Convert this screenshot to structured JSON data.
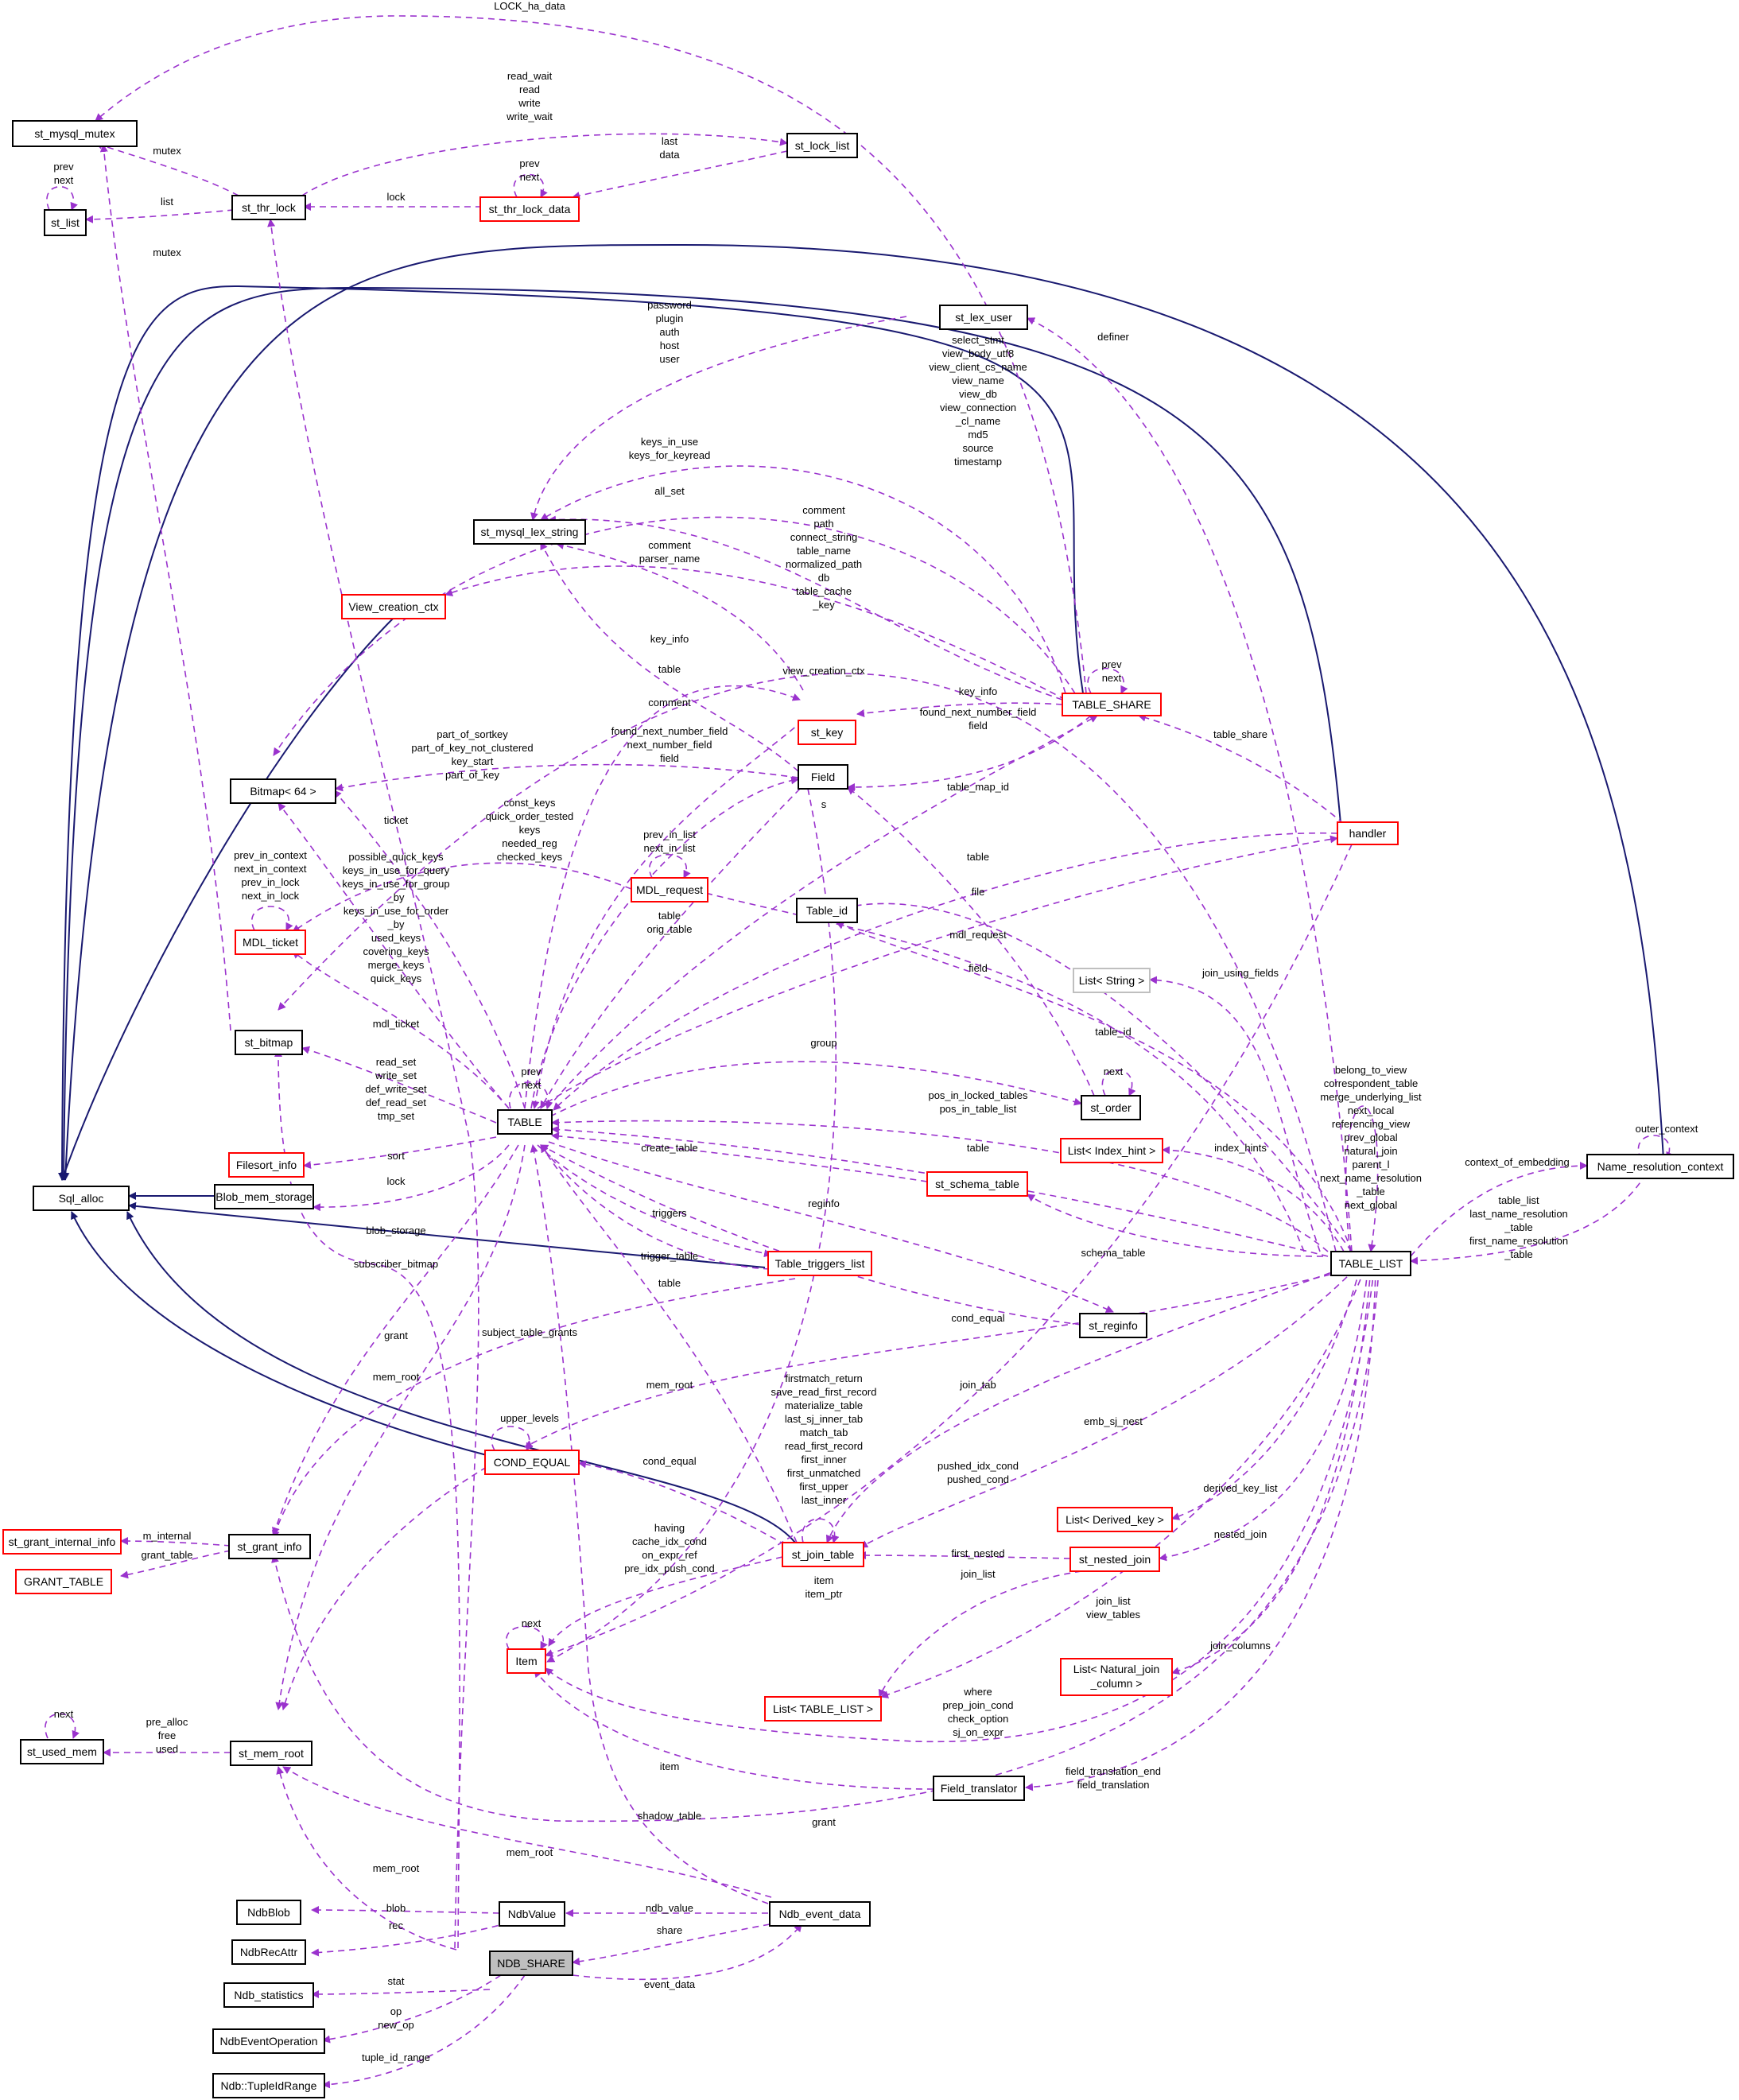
{
  "colors": {
    "inheritance": "#191970",
    "usage": "#9a32cd",
    "node_border": "#000000",
    "incomplete_border": "#ff0000",
    "undocumented_border": "#bfbfbf",
    "focus_fill": "#bfbfbf"
  },
  "nodes": {
    "st_mysql_mutex": "st_mysql_mutex",
    "st_list": "st_list",
    "st_thr_lock": "st_thr_lock",
    "st_thr_lock_data": "st_thr_lock_data",
    "st_lock_list": "st_lock_list",
    "st_lex_user": "st_lex_user",
    "st_mysql_lex_string": "st_mysql_lex_string",
    "View_creation_ctx": "View_creation_ctx",
    "TABLE_SHARE": "TABLE_SHARE",
    "st_key": "st_key",
    "Field": "Field",
    "Bitmap_64": "Bitmap< 64 >",
    "handler": "handler",
    "MDL_request": "MDL_request",
    "Table_id": "Table_id",
    "MDL_ticket": "MDL_ticket",
    "List_String": "List< String >",
    "st_bitmap": "st_bitmap",
    "st_order": "st_order",
    "TABLE": "TABLE",
    "List_Index_hint": "List< Index_hint >",
    "Filesort_info": "Filesort_info",
    "st_schema_table": "st_schema_table",
    "Name_resolution_context": "Name_resolution_context",
    "Sql_alloc": "Sql_alloc",
    "Blob_mem_storage": "Blob_mem_storage",
    "TABLE_LIST": "TABLE_LIST",
    "Table_triggers_list": "Table_triggers_list",
    "st_reginfo": "st_reginfo",
    "COND_EQUAL": "COND_EQUAL",
    "List_Derived_key": "List< Derived_key >",
    "st_grant_internal_info": "st_grant_internal_info",
    "st_grant_info": "st_grant_info",
    "st_join_table": "st_join_table",
    "st_nested_join": "st_nested_join",
    "GRANT_TABLE": "GRANT_TABLE",
    "Item": "Item",
    "List_Natural_join_1": "List< Natural_join",
    "List_Natural_join_2": "_column >",
    "List_TABLE_LIST": "List< TABLE_LIST >",
    "st_used_mem": "st_used_mem",
    "st_mem_root": "st_mem_root",
    "Field_translator": "Field_translator",
    "NdbBlob": "NdbBlob",
    "NdbValue": "NdbValue",
    "Ndb_event_data": "Ndb_event_data",
    "NdbRecAttr": "NdbRecAttr",
    "NDB_SHARE": "NDB_SHARE",
    "Ndb_statistics": "Ndb_statistics",
    "NdbEventOperation": "NdbEventOperation",
    "Ndb_TupleIdRange": "Ndb::TupleIdRange"
  },
  "edge_labels": {
    "lock_ha_data": [
      "LOCK_ha_data"
    ],
    "thr_lock_to_lock_list": [
      "read_wait",
      "read",
      "write",
      "write_wait"
    ],
    "lock_data_self": [
      "prev",
      "next"
    ],
    "lock_list_to_data": [
      "last",
      "data"
    ],
    "list_self": [
      "prev",
      "next"
    ],
    "mutex": [
      "mutex"
    ],
    "list": [
      "list"
    ],
    "lock": [
      "lock"
    ],
    "mutex_2": [
      "mutex"
    ],
    "lex_user_strings": [
      "password",
      "plugin",
      "auth",
      "host",
      "user"
    ],
    "share_view_strings": [
      "select_stmt",
      "view_body_utf8",
      "view_client_cs_name",
      "view_name",
      "view_db",
      "view_connection",
      "_cl_name",
      "md5",
      "source",
      "timestamp"
    ],
    "definer": [
      "definer"
    ],
    "keys_in_use": [
      "keys_in_use",
      "keys_for_keyread"
    ],
    "all_set": [
      "all_set"
    ],
    "share_strings": [
      "comment",
      "path",
      "connect_string",
      "table_name",
      "normalized_path",
      "db",
      "table_cache",
      "_key"
    ],
    "key_strings": [
      "comment",
      "parser_name"
    ],
    "key_info": [
      "key_info"
    ],
    "share_self": [
      "prev",
      "next"
    ],
    "table_key": [
      "table"
    ],
    "view_creation_ctx": [
      "view_creation_ctx"
    ],
    "key_info_2": [
      "key_info"
    ],
    "field_comment": [
      "comment"
    ],
    "found_next": [
      "found_next_number_field",
      "field"
    ],
    "table_share": [
      "table_share"
    ],
    "field_bitmaps": [
      "part_of_sortkey",
      "part_of_key_not_clustered",
      "key_start",
      "part_of_key"
    ],
    "table_fields": [
      "found_next_number_field",
      "next_number_field",
      "field"
    ],
    "s": [
      "s"
    ],
    "table_map_id": [
      "table_map_id"
    ],
    "ticket": [
      "ticket"
    ],
    "keys_set": [
      "const_keys",
      "quick_order_tested",
      "keys",
      "needed_reg",
      "checked_keys"
    ],
    "mdl_request_self": [
      "prev_in_list",
      "next_in_list"
    ],
    "table_handler": [
      "table"
    ],
    "ticket_self": [
      "prev_in_context",
      "next_in_context",
      "prev_in_lock",
      "next_in_lock"
    ],
    "table_bitmaps": [
      "possible_quick_keys",
      "keys_in_use_for_query",
      "keys_in_use_for_group",
      "_by",
      "keys_in_use_for_order",
      "_by",
      "used_keys",
      "covering_keys",
      "merge_keys",
      "quick_keys"
    ],
    "table_orig": [
      "table",
      "orig_table"
    ],
    "file": [
      "file"
    ],
    "mdl_request": [
      "mdl_request"
    ],
    "field_2": [
      "field"
    ],
    "join_using_fields": [
      "join_using_fields"
    ],
    "mdl_ticket": [
      "mdl_ticket"
    ],
    "table_id": [
      "table_id"
    ],
    "order_self": [
      "next"
    ],
    "group": [
      "group"
    ],
    "tablelist_self": [
      "belong_to_view",
      "correspondent_table",
      "merge_underlying_list",
      "next_local",
      "referencing_view",
      "prev_global",
      "natural_join",
      "parent_l",
      "next_name_resolution",
      "_table",
      "next_global"
    ],
    "st_bitmap_sets": [
      "read_set",
      "write_set",
      "def_write_set",
      "def_read_set",
      "tmp_set"
    ],
    "table_self": [
      "prev",
      "next"
    ],
    "pos_in_tables": [
      "pos_in_locked_tables",
      "pos_in_table_list"
    ],
    "table_2": [
      "table"
    ],
    "index_hints": [
      "index_hints"
    ],
    "outer_context": [
      "outer_context"
    ],
    "context_of_embedding": [
      "context_of_embedding"
    ],
    "sort": [
      "sort"
    ],
    "create_table": [
      "create_table"
    ],
    "lock_2": [
      "lock"
    ],
    "reginfo": [
      "reginfo"
    ],
    "tablelist_name_res": [
      "table_list",
      "last_name_resolution",
      "_table",
      "first_name_resolution",
      "_table"
    ],
    "triggers": [
      "triggers"
    ],
    "schema_table": [
      "schema_table"
    ],
    "blob_storage": [
      "blob_storage"
    ],
    "trigger_table": [
      "trigger_table"
    ],
    "subscriber_bitmap": [
      "subscriber_bitmap"
    ],
    "table_3": [
      "table"
    ],
    "cond_equal": [
      "cond_equal"
    ],
    "grant": [
      "grant"
    ],
    "subject_table_grants": [
      "subject_table_grants"
    ],
    "mem_root": [
      "mem_root"
    ],
    "mem_root_2": [
      "mem_root"
    ],
    "join_tab": [
      "join_tab"
    ],
    "upper_levels": [
      "upper_levels"
    ],
    "join_tab_fields": [
      "firstmatch_return",
      "save_read_first_record",
      "materialize_table",
      "last_sj_inner_tab",
      "match_tab",
      "read_first_record",
      "first_inner",
      "first_unmatched",
      "first_upper",
      "last_inner"
    ],
    "emb_sj_nest": [
      "emb_sj_nest"
    ],
    "cond_equal_2": [
      "cond_equal"
    ],
    "pushed_cond": [
      "pushed_idx_cond",
      "pushed_cond"
    ],
    "derived_key_list": [
      "derived_key_list"
    ],
    "m_internal": [
      "m_internal"
    ],
    "grant_table": [
      "grant_table"
    ],
    "having": [
      "having",
      "cache_idx_cond",
      "on_expr_ref",
      "pre_idx_push_cond"
    ],
    "nested_join": [
      "nested_join"
    ],
    "first_nested": [
      "first_nested"
    ],
    "item_self": [
      "next"
    ],
    "item_ptr": [
      "item",
      "item_ptr"
    ],
    "join_list": [
      "join_list"
    ],
    "join_list_view": [
      "join_list",
      "view_tables"
    ],
    "join_columns": [
      "join_columns"
    ],
    "where": [
      "where",
      "prep_join_cond",
      "check_option",
      "sj_on_expr"
    ],
    "used_mem_self": [
      "next"
    ],
    "pre_alloc": [
      "pre_alloc",
      "free",
      "used"
    ],
    "item_2": [
      "item"
    ],
    "field_translation": [
      "field_translation_end",
      "field_translation"
    ],
    "shadow_table": [
      "shadow_table"
    ],
    "grant_2": [
      "grant"
    ],
    "mem_root_3": [
      "mem_root"
    ],
    "mem_root_4": [
      "mem_root"
    ],
    "blob": [
      "blob"
    ],
    "ndb_value": [
      "ndb_value"
    ],
    "rec": [
      "rec"
    ],
    "share": [
      "share"
    ],
    "stat": [
      "stat"
    ],
    "event_data": [
      "event_data"
    ],
    "op": [
      "op",
      "new_op"
    ],
    "tuple_id_range": [
      "tuple_id_range"
    ]
  }
}
